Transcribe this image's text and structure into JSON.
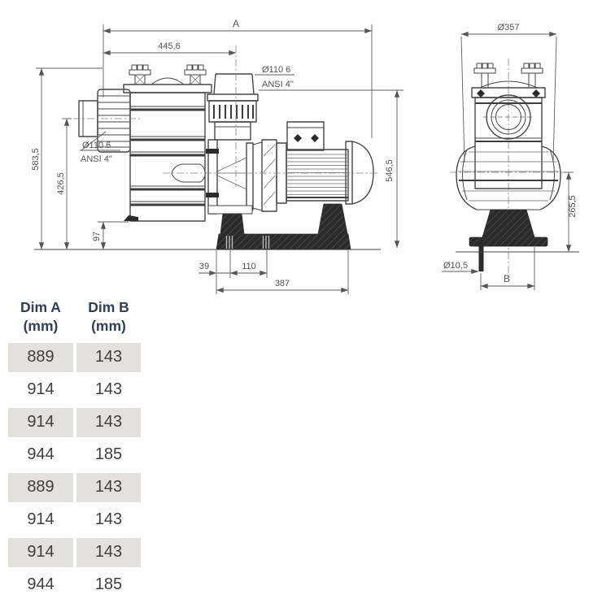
{
  "colors": {
    "bg": "#ffffff",
    "line": "#474747",
    "dim": "#5f5f5f",
    "dark_fill": "#2b2b2b",
    "header_text": "#31405a",
    "cell_text": "#3f3f3f",
    "row_shade": "#e3e1de"
  },
  "drawing": {
    "side_view": {
      "dim_a": "A",
      "dim_4456": "445,6",
      "outlet_dia": "Ø110 6",
      "outlet_ansi": "ANSI 4\"",
      "inlet_dia": "Ø110 6",
      "inlet_ansi": "ANSI 4\"",
      "dim_5835": "583,5",
      "dim_4265": "426,5",
      "dim_97": "97",
      "dim_39": "39",
      "dim_110": "110",
      "dim_387": "387",
      "dim_5465": "546,5"
    },
    "end_view": {
      "dia_357": "Ø357",
      "dim_2655": "265,5",
      "dia_105": "Ø10,5",
      "dim_b": "B"
    }
  },
  "table": {
    "headers": [
      "Dim A\n(mm)",
      "Dim B\n(mm)"
    ],
    "rows": [
      {
        "a": "889",
        "b": "143"
      },
      {
        "a": "914",
        "b": "143"
      },
      {
        "a": "914",
        "b": "143"
      },
      {
        "a": "944",
        "b": "185"
      },
      {
        "a": "889",
        "b": "143"
      },
      {
        "a": "914",
        "b": "143"
      },
      {
        "a": "914",
        "b": "143"
      },
      {
        "a": "944",
        "b": "185"
      }
    ]
  }
}
